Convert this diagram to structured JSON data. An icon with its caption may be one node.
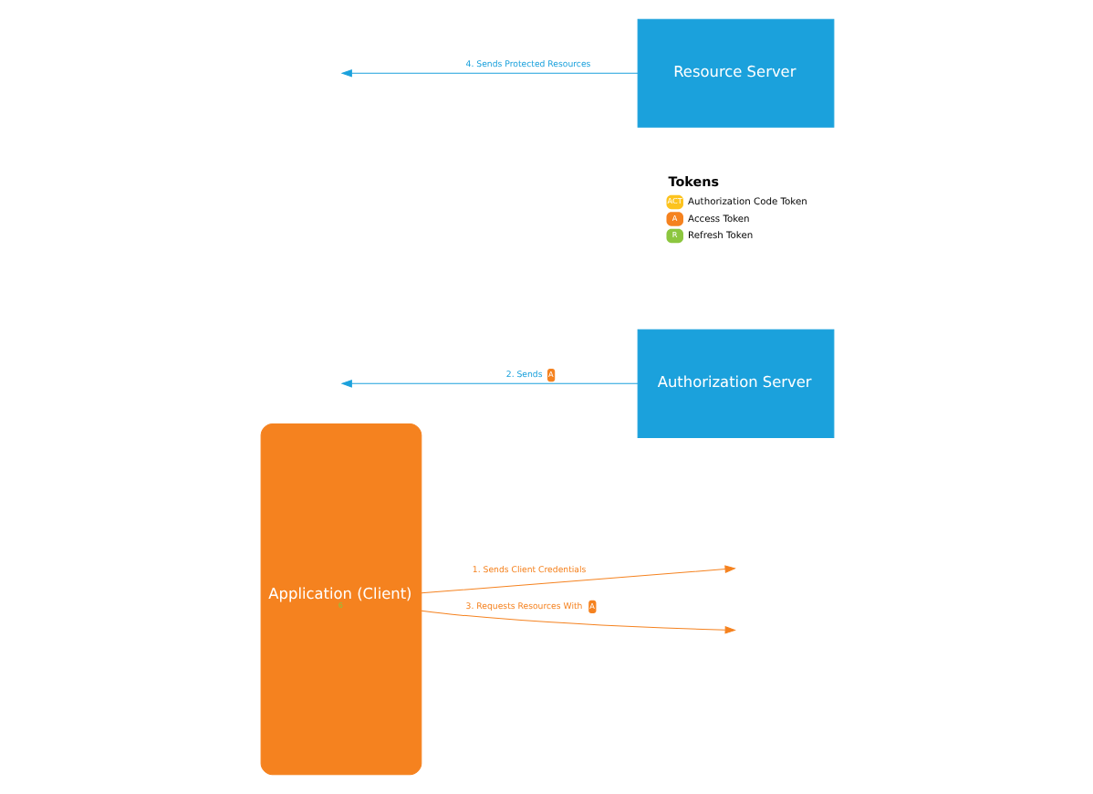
{
  "diagram": {
    "nodes": [
      {
        "text": [
          "Application (Client)",
          "6"
        ]
      },
      {
        "text": [
          "Authorization Server"
        ]
      },
      {
        "text": [
          "Resource Server"
        ]
      }
    ],
    "edges": [
      {
        "from": 0,
        "to": null,
        "arrow": "to",
        "label": "1. Sends Client Credentials",
        "color": "#f5821f"
      },
      {
        "from": 1,
        "to": null,
        "arrow": "to",
        "label": "2. Sends",
        "color": "#1ba1dc"
      },
      {
        "from": 0,
        "to": null,
        "arrow": "to",
        "label": "3. Requests Resources With",
        "color": "#f5821f"
      },
      {
        "from": 2,
        "to": null,
        "arrow": "to",
        "label": "4. Sends Protected Resources",
        "color": "#1ba1dc"
      }
    ],
    "labels": [
      "Tokens",
      "ACT",
      "A",
      "R",
      "A",
      "A"
    ],
    "legend": [
      {
        "text": "Authorization Code Token",
        "color": "#fcc31e"
      },
      {
        "text": "Access Token",
        "color": "#f5821f"
      },
      {
        "text": "Refresh Token",
        "color": "#8cc63f"
      }
    ]
  }
}
